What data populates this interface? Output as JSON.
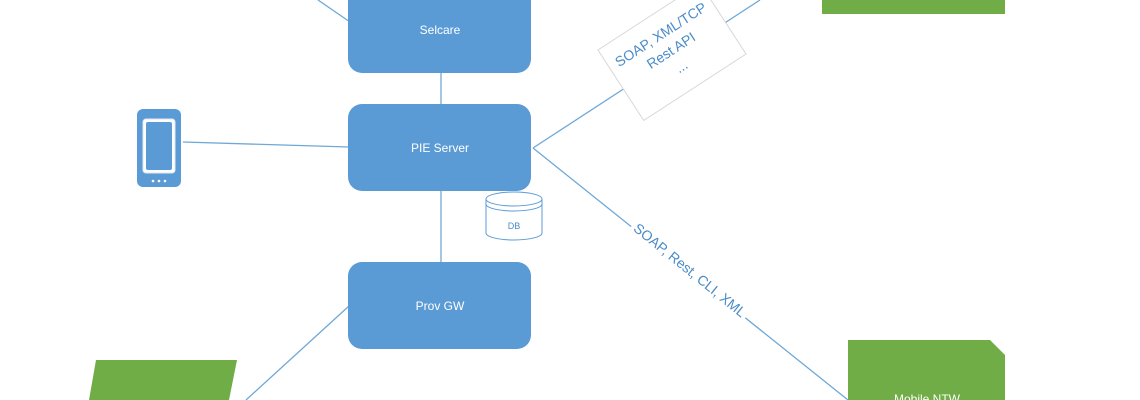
{
  "nodes": {
    "selcare": "Selcare",
    "pie_server": "PIE Server",
    "prov_gw": "Prov GW",
    "db": "DB",
    "mobile_ntw": "Mobile NTW"
  },
  "edges": {
    "top_right_lines": [
      "SOAP, XML/TCP",
      "Rest API",
      "..."
    ],
    "bottom_right": "SOAP, Rest, CLI, XML"
  },
  "colors": {
    "node_fill": "#5b9bd5",
    "external_fill": "#70ad47",
    "connector": "#6fa8d6",
    "edge_text": "#4a8bc8"
  },
  "icons": {
    "device": "mobile-phone-icon",
    "database": "database-cylinder-icon"
  }
}
